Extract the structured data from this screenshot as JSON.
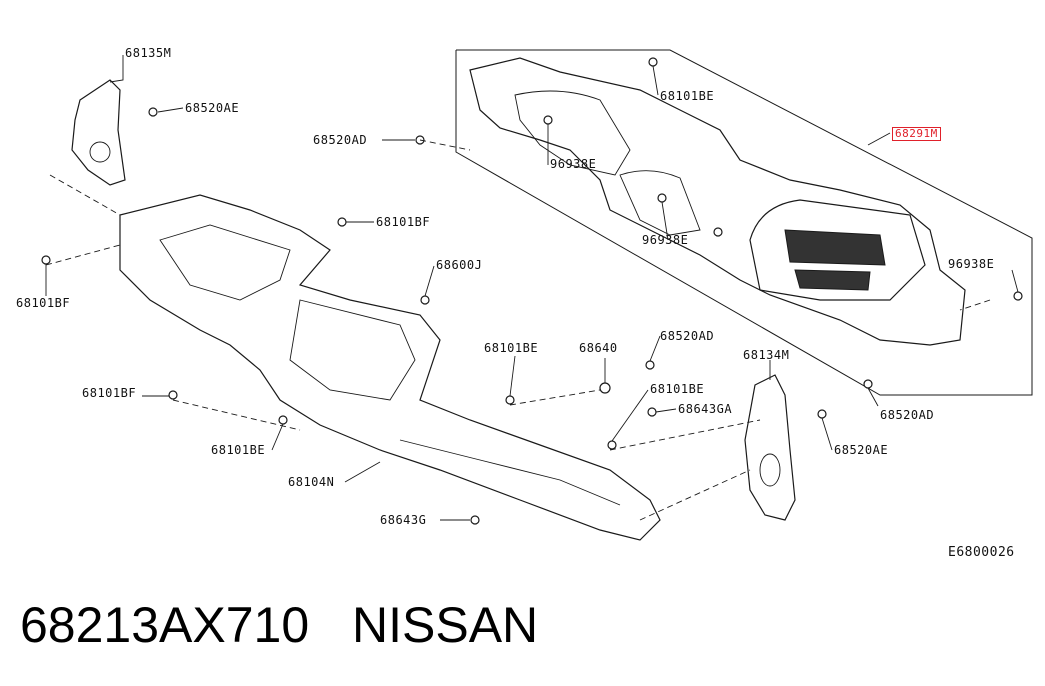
{
  "labels": {
    "l68135M": "68135M",
    "l68520AE_top": "68520AE",
    "l68520AD_left": "68520AD",
    "l68101BE_top": "68101BE",
    "l68291M": "68291M",
    "l96938E_a": "96938E",
    "l96938E_b": "96938E",
    "l96938E_c": "96938E",
    "l68101BF_a": "68101BF",
    "l68101BF_b": "68101BF",
    "l68600J": "68600J",
    "l68101BE_mid": "68101BE",
    "l68640": "68640",
    "l68520AD_mid": "68520AD",
    "l68134M": "68134M",
    "l68101BE_right": "68101BE",
    "l68643GA": "68643GA",
    "l68520AE_right": "68520AE",
    "l68520AD_right": "68520AD",
    "l68101BF_c": "68101BF",
    "l68101BE_left": "68101BE",
    "l68104N": "68104N",
    "l68643G": "68643G"
  },
  "highlight_color": "#e0202a",
  "ref_code": "E6800026",
  "footer": {
    "part_number": "68213AX710",
    "brand": "NISSAN"
  }
}
